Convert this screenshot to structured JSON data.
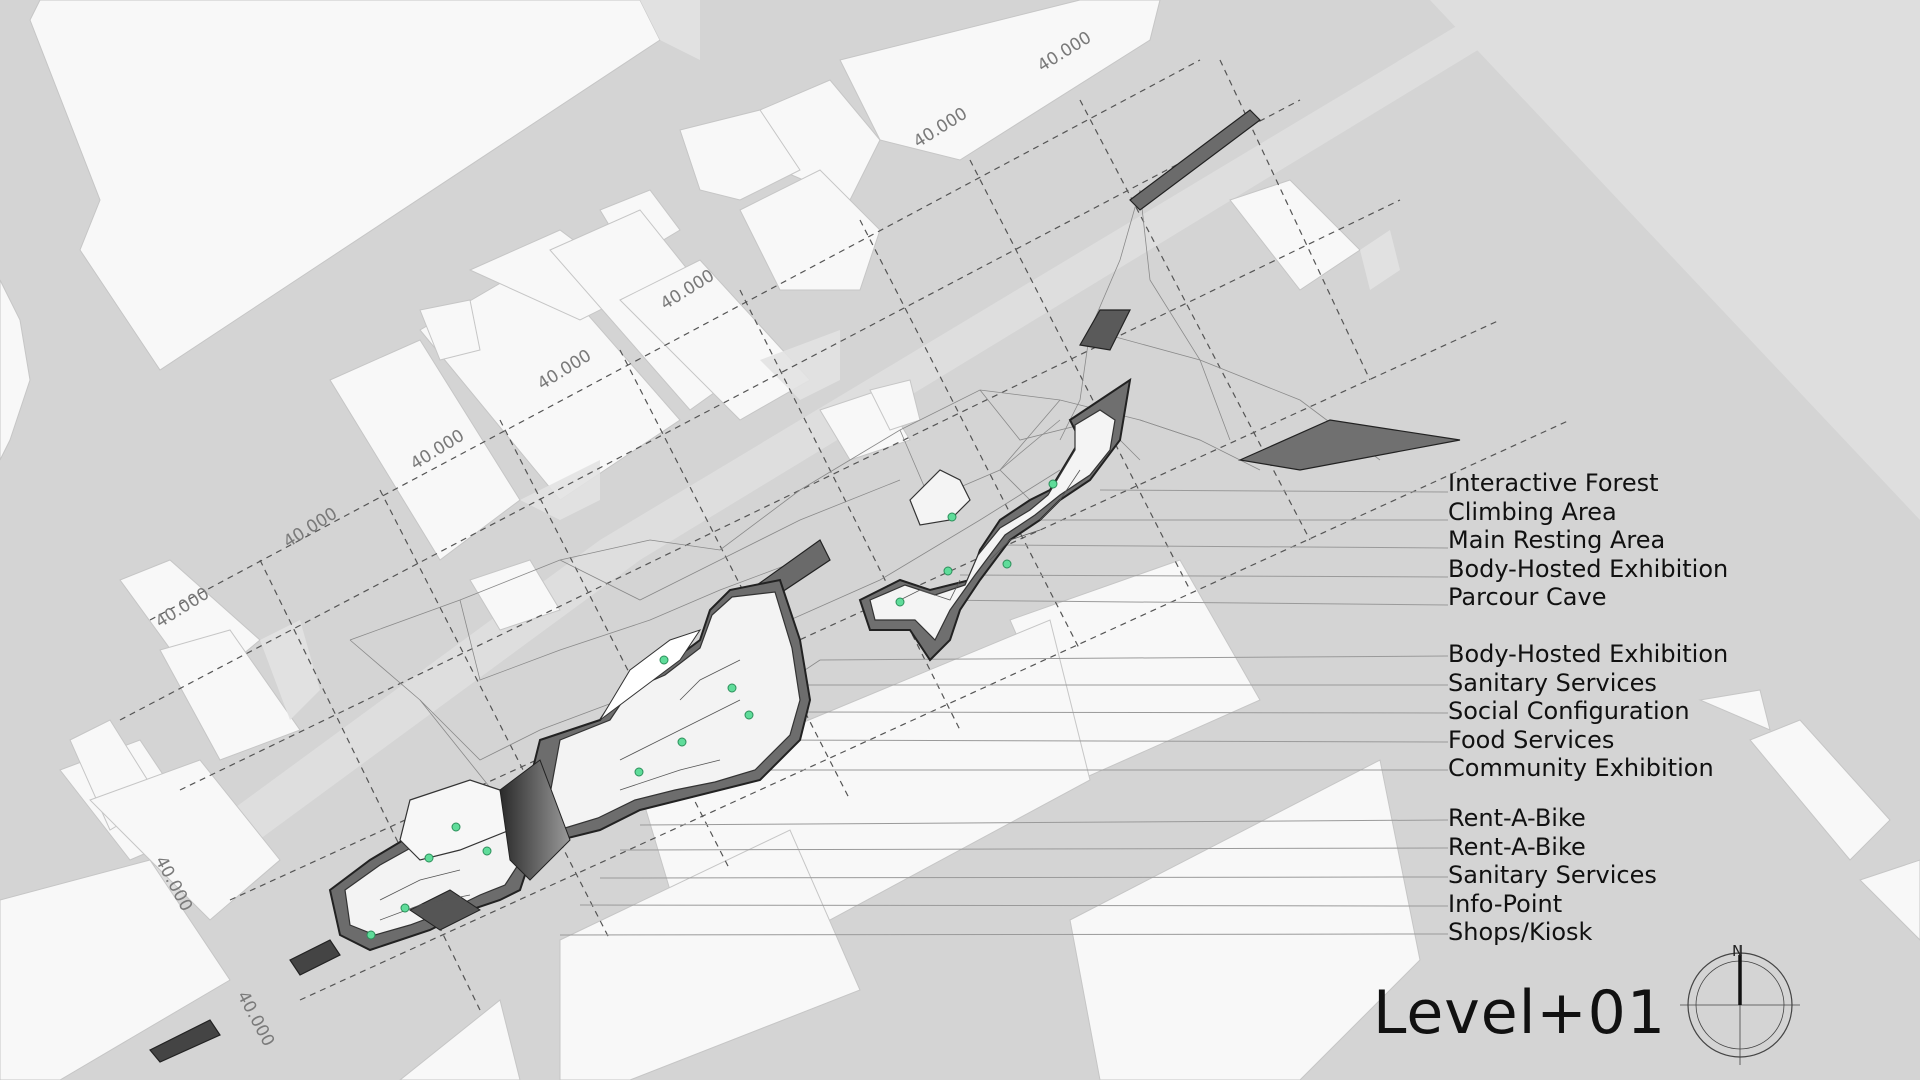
{
  "title": "Level+01",
  "compass_label": "N",
  "dimension_label": "40.000",
  "legend_groups": [
    [
      "Interactive Forest",
      "Climbing Area",
      "Main Resting Area",
      "Body-Hosted Exhibition",
      "Parcour Cave"
    ],
    [
      "Body-Hosted Exhibition",
      "Sanitary Services",
      "Social Configuration",
      "Food Services",
      "Community Exhibition"
    ],
    [
      "Rent-A-Bike",
      "Rent-A-Bike",
      "Sanitary Services",
      "Info-Point",
      "Shops/Kiosk"
    ]
  ],
  "colors": {
    "ground": "#d4d4d4",
    "building": "#f7f7f7",
    "marker": "#5fdc9a",
    "ink": "#111111"
  }
}
